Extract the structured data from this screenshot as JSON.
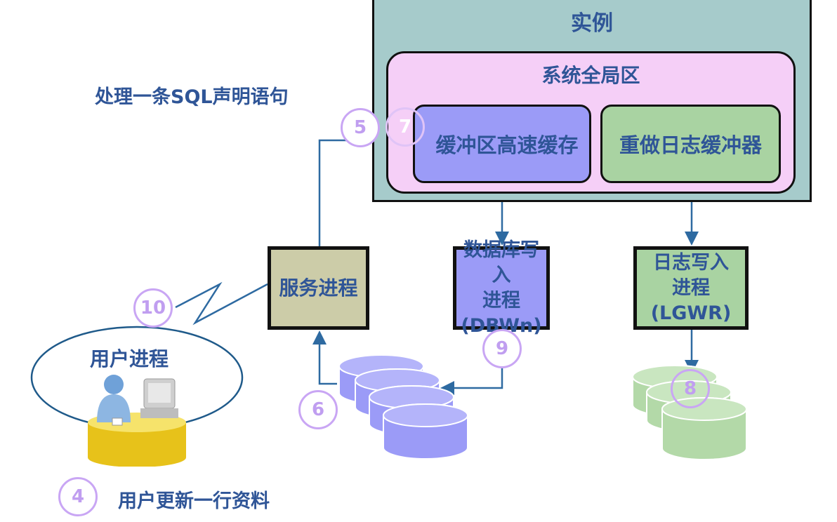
{
  "instance_label": "实例",
  "sga_label": "系统全局区",
  "buffer_cache_label": "缓冲区高速缓存",
  "redo_buffer_label": "重做日志缓冲器",
  "title": "处理一条SQL声明语句",
  "server_process_label": "服务进程",
  "dbwn": {
    "line1": "数据库写入",
    "line2": "进程",
    "line3": "(DBWn)"
  },
  "lgwr": {
    "line1": "日志写入",
    "line2": "进程",
    "line3": "(LGWR)"
  },
  "user_process_label": "用户进程",
  "caption": "用户更新一行资料",
  "steps": {
    "s4": "4",
    "s5": "5",
    "s6": "6",
    "s7": "7",
    "s8": "8",
    "s9": "9",
    "s10": "10"
  },
  "colors": {
    "text": "#2f5597",
    "instance": "#a6cbcb",
    "sga": "#f5cff7",
    "buffer_cache": "#9b9bf7",
    "redo_buffer": "#a9d3a2",
    "server_process": "#cccca8",
    "step_circle": "#c9a6f4",
    "user_platform": "#f2d43a"
  },
  "icons": [
    "user-person-icon",
    "computer-icon",
    "database-disks-icon",
    "redo-log-disks-icon"
  ]
}
